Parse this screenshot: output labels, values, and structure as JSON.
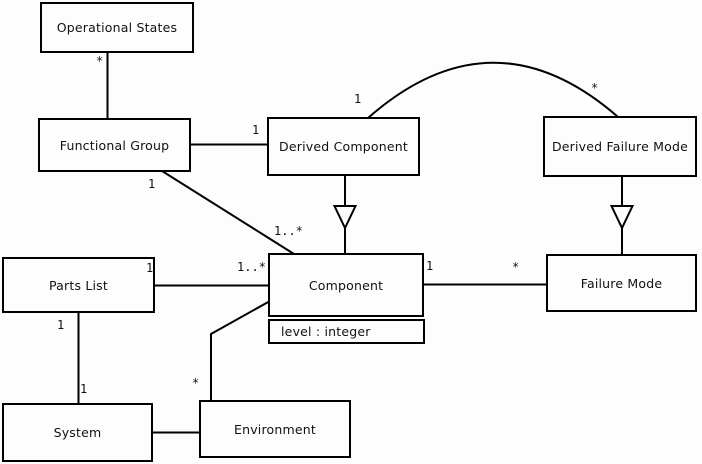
{
  "diagram": {
    "kind": "uml-class-diagram",
    "nodes": [
      {
        "label": "Operational States"
      },
      {
        "label": "Functional Group"
      },
      {
        "label": "Derived Component"
      },
      {
        "label": "Derived Failure Mode"
      },
      {
        "label": "Parts List"
      },
      {
        "label": "Component",
        "attributes": [
          "level : integer"
        ]
      },
      {
        "label": "Failure Mode"
      },
      {
        "label": "System"
      },
      {
        "label": "Environment"
      }
    ],
    "edges": [
      {
        "from": "Operational States",
        "to": "Functional Group",
        "type": "association",
        "labels": [
          {
            "text": "*"
          }
        ]
      },
      {
        "from": "Functional Group",
        "to": "Derived Component",
        "type": "association",
        "labels": [
          {
            "text": "1"
          }
        ]
      },
      {
        "from": "Functional Group",
        "to": "Component",
        "type": "association",
        "labels": [
          {
            "text": "1"
          },
          {
            "text": "1..*"
          }
        ]
      },
      {
        "from": "Derived Component",
        "to": "Derived Failure Mode",
        "type": "association-arc",
        "labels": [
          {
            "text": "1"
          },
          {
            "text": "*"
          }
        ]
      },
      {
        "from": "Derived Component",
        "to": "Component",
        "type": "generalization",
        "labels": []
      },
      {
        "from": "Derived Failure Mode",
        "to": "Failure Mode",
        "type": "generalization",
        "labels": []
      },
      {
        "from": "Parts List",
        "to": "Component",
        "type": "association",
        "labels": [
          {
            "text": "1"
          },
          {
            "text": "1..*"
          }
        ]
      },
      {
        "from": "Component",
        "to": "Failure Mode",
        "type": "association",
        "labels": [
          {
            "text": "1"
          },
          {
            "text": "*"
          }
        ]
      },
      {
        "from": "Parts List",
        "to": "System",
        "type": "association",
        "labels": [
          {
            "text": "1"
          },
          {
            "text": "1"
          }
        ]
      },
      {
        "from": "System",
        "to": "Environment",
        "type": "association",
        "labels": []
      },
      {
        "from": "Component",
        "to": "Environment",
        "type": "association",
        "labels": [
          {
            "text": "*"
          }
        ]
      }
    ],
    "colors": {
      "line": "#000000",
      "node_fill": "#fdfdfd",
      "background": "#fdfdfd",
      "text": "#111111"
    }
  }
}
